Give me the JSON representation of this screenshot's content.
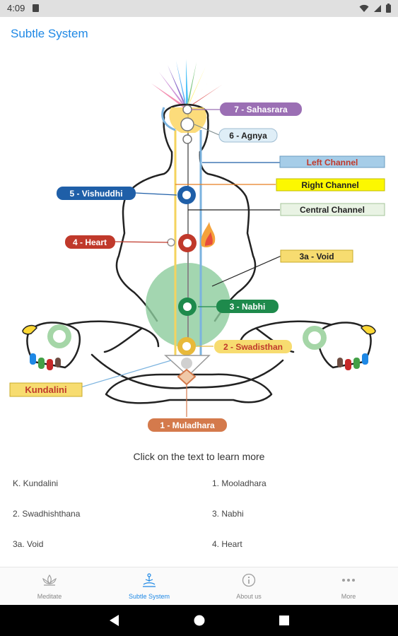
{
  "status": {
    "time": "4:09"
  },
  "app": {
    "title": "Subtle System"
  },
  "diagram": {
    "labels": {
      "sahasrara": "7 - Sahasrara",
      "agnya": "6 - Agnya",
      "left_channel": "Left Channel",
      "vishuddhi": "5 - Vishuddhi",
      "right_channel": "Right Channel",
      "central_channel": "Central Channel",
      "heart": "4 - Heart",
      "void": "3a - Void",
      "nabhi": "3 - Nabhi",
      "swadisthan": "2 - Swadisthan",
      "kundalini": "Kundalini",
      "muladhara": "1 - Muladhara"
    },
    "colors": {
      "purple": "#9b6fb4",
      "light_blue": "#a6cde8",
      "yellow": "#fcf800",
      "pale_green": "#e9f3e4",
      "blue": "#1f5fa8",
      "red": "#c0392b",
      "gold": "#f7dc70",
      "green": "#1e8a4c",
      "orange": "#d47a4c"
    }
  },
  "hint": "Click on the text to learn more",
  "links": [
    "K. Kundalini",
    "1. Mooladhara",
    "2. Swadhishthana",
    "3. Nabhi",
    "3a. Void",
    "4. Heart"
  ],
  "nav": [
    {
      "label": "Meditate",
      "icon": "lotus-icon"
    },
    {
      "label": "Subtle System",
      "icon": "meditation-figure-icon"
    },
    {
      "label": "About us",
      "icon": "info-icon"
    },
    {
      "label": "More",
      "icon": "more-dots-icon"
    }
  ]
}
